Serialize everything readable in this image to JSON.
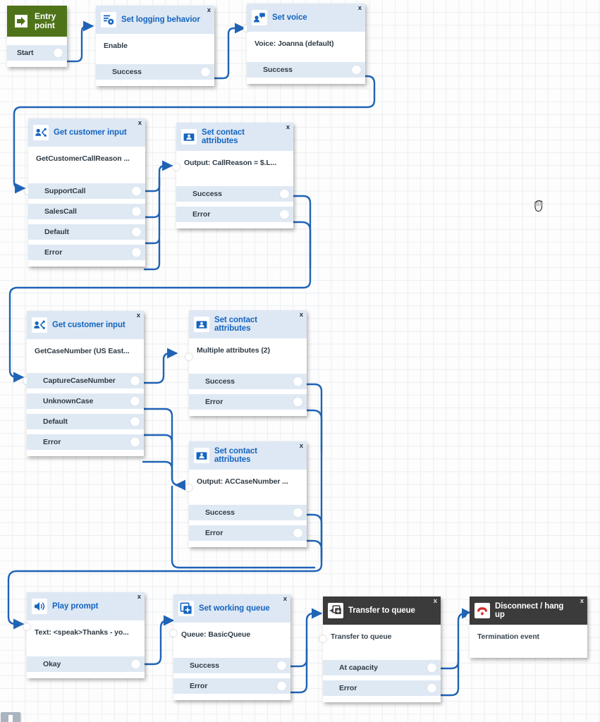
{
  "app": {
    "name": "contact-flow-designer",
    "cursor": "grab-hand-cursor"
  },
  "close_label": "x",
  "nodes": [
    {
      "id": "entry-point",
      "style": "green",
      "title": "Entry point",
      "icon": "entry-arrow-icon",
      "body": null,
      "ports": [
        "Start"
      ],
      "closable": false
    },
    {
      "id": "set-logging-behavior",
      "style": "light",
      "title": "Set logging behavior",
      "icon": "logging-gear-icon",
      "body": "Enable",
      "ports": [
        "Success"
      ],
      "closable": true
    },
    {
      "id": "set-voice",
      "style": "light",
      "title": "Set voice",
      "icon": "voice-person-icon",
      "body": "Voice: Joanna (default)",
      "ports": [
        "Success"
      ],
      "closable": true
    },
    {
      "id": "get-customer-input-1",
      "style": "light",
      "title": "Get customer input",
      "icon": "customer-input-icon",
      "body": "GetCustomerCallReason ...",
      "ports": [
        "SupportCall",
        "SalesCall",
        "Default",
        "Error"
      ],
      "closable": true
    },
    {
      "id": "set-contact-attributes-1",
      "style": "light",
      "title": "Set contact attributes",
      "icon": "contact-attributes-icon",
      "body": "Output: CallReason = $.L...",
      "ports": [
        "Success",
        "Error"
      ],
      "closable": true
    },
    {
      "id": "get-customer-input-2",
      "style": "light",
      "title": "Get customer input",
      "icon": "customer-input-icon",
      "body": "GetCaseNumber (US East...",
      "ports": [
        "CaptureCaseNumber",
        "UnknownCase",
        "Default",
        "Error"
      ],
      "closable": true
    },
    {
      "id": "set-contact-attributes-2",
      "style": "light",
      "title": "Set contact attributes",
      "icon": "contact-attributes-icon",
      "body": "Multiple attributes (2)",
      "ports": [
        "Success",
        "Error"
      ],
      "closable": true
    },
    {
      "id": "set-contact-attributes-3",
      "style": "light",
      "title": "Set contact attributes",
      "icon": "contact-attributes-icon",
      "body": "Output: ACCaseNumber ...",
      "ports": [
        "Success",
        "Error"
      ],
      "closable": true
    },
    {
      "id": "play-prompt",
      "style": "light",
      "title": "Play prompt",
      "icon": "speaker-icon",
      "body": "Text: <speak>Thanks - yo...",
      "ports": [
        "Okay"
      ],
      "closable": true
    },
    {
      "id": "set-working-queue",
      "style": "light",
      "title": "Set working queue",
      "icon": "queue-plus-icon",
      "body": "Queue: BasicQueue",
      "ports": [
        "Success",
        "Error"
      ],
      "closable": true
    },
    {
      "id": "transfer-to-queue",
      "style": "dark",
      "title": "Transfer to queue",
      "icon": "transfer-queue-icon",
      "body": "Transfer to queue",
      "ports": [
        "At capacity",
        "Error"
      ],
      "closable": true
    },
    {
      "id": "disconnect-hang-up",
      "style": "dark",
      "title": "Disconnect / hang up",
      "icon": "phone-hangup-icon",
      "body": "Termination event",
      "ports": [],
      "closable": true
    }
  ],
  "colors": {
    "wire": "#1f63b5",
    "header_light": "#dee8f4",
    "header_dark": "#3b3b3b",
    "header_green": "#4f7319",
    "title_blue": "#1565c0",
    "port_bg": "#dfe9f4",
    "grid_line": "#eceef0",
    "hangup_red": "#d12b2b"
  }
}
